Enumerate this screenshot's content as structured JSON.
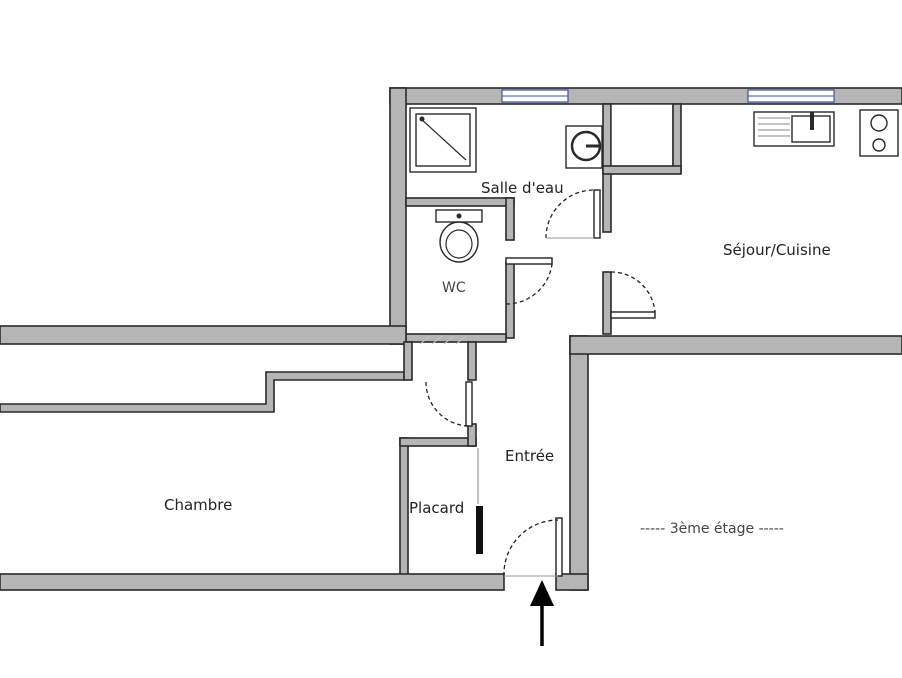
{
  "rooms": {
    "salle_d_eau": "Salle d'eau",
    "wc": "WC",
    "sejour_cuisine": "Séjour/Cuisine",
    "entree": "Entrée",
    "chambre": "Chambre",
    "placard": "Placard"
  },
  "floor_label": "----- 3ème étage -----",
  "colors": {
    "wall_fill": "#b5b5b5",
    "wall_stroke": "#2a2a2a",
    "window": "#3b4fb0",
    "background": "#ffffff"
  },
  "icons": [
    "shower-icon",
    "sink-icon",
    "toilet-icon",
    "kitchen-sink-icon",
    "cooktop-icon",
    "entrance-arrow-icon"
  ]
}
